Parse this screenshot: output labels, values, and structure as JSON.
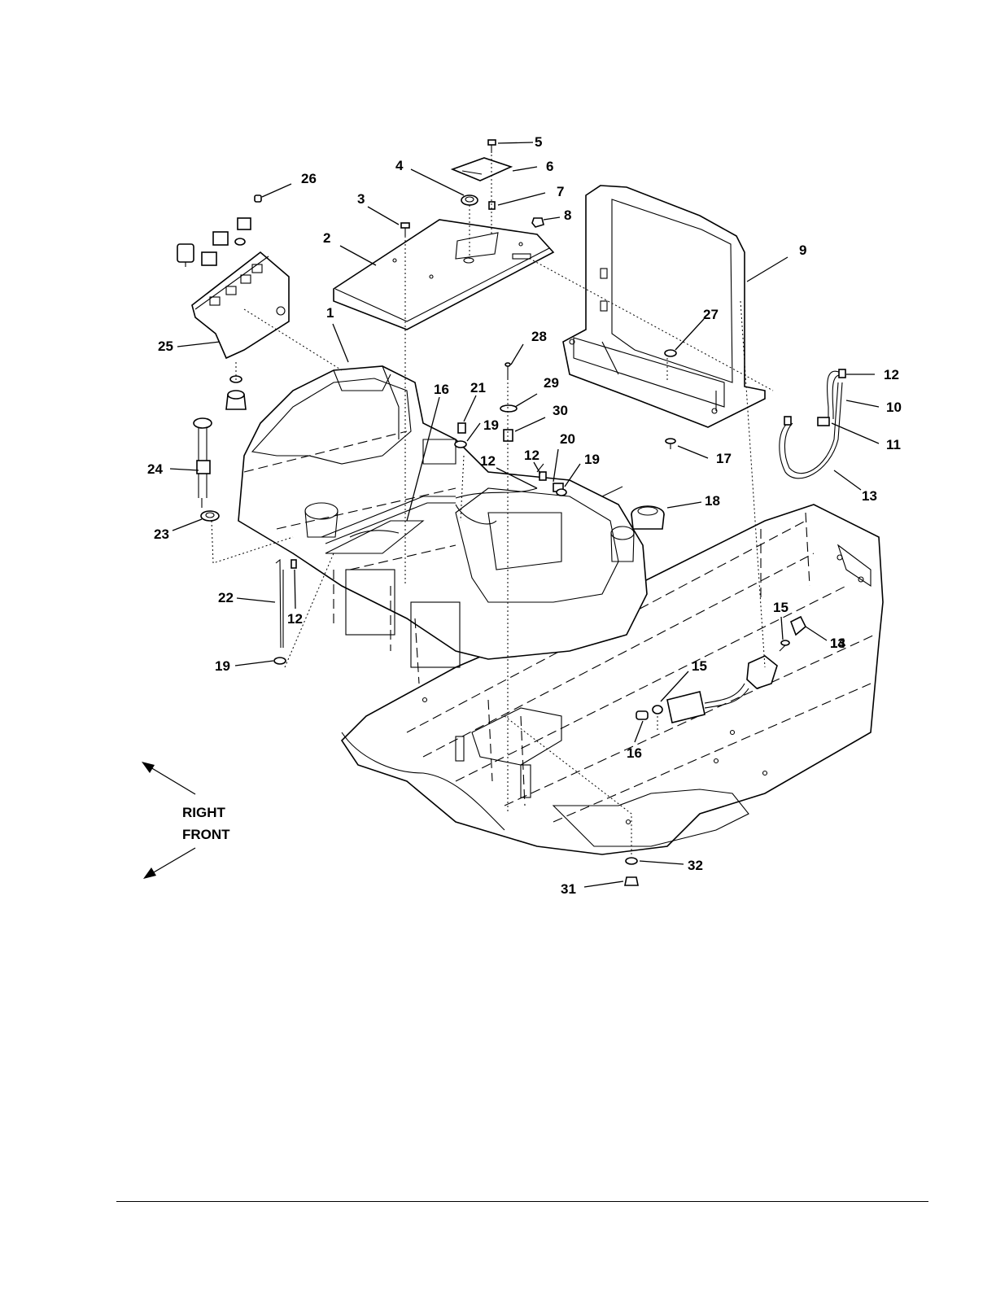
{
  "callouts": [
    "1",
    "2",
    "3",
    "4",
    "5",
    "6",
    "7",
    "8",
    "9",
    "10",
    "11",
    "12",
    "12",
    "12",
    "12",
    "13",
    "13",
    "14",
    "15",
    "15",
    "16",
    "16",
    "17",
    "18",
    "19",
    "19",
    "19",
    "20",
    "21",
    "22",
    "23",
    "24",
    "25",
    "26",
    "27",
    "28",
    "29",
    "30",
    "31",
    "32"
  ],
  "direction": {
    "right": "RIGHT",
    "front": "FRONT"
  }
}
